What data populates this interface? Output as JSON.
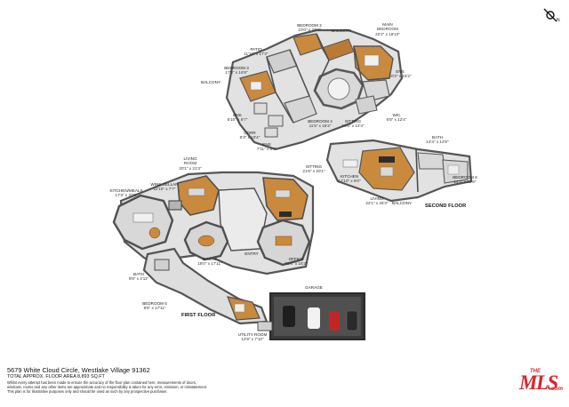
{
  "rooms": {
    "second_floor": [
      {
        "id": "bedroom2",
        "name": "BEDROOM 2",
        "dim": "10'0\" x 22'4\""
      },
      {
        "id": "balcony_top",
        "name": "BALCONY",
        "dim": ""
      },
      {
        "id": "main_bedroom",
        "name": "MAIN\nBEDROOM",
        "dim": "22'2\" x 19'10\""
      },
      {
        "id": "patio",
        "name": "PATIO",
        "dim": "11'10\" x 17'2\""
      },
      {
        "id": "bedroom3",
        "name": "BEDROOM 3",
        "dim": "17'3\" x 16'8\""
      },
      {
        "id": "balcony_left",
        "name": "BALCONY",
        "dim": ""
      },
      {
        "id": "ens_right",
        "name": "ENS",
        "dim": "10'2\" x 15'2\""
      },
      {
        "id": "bedroom4",
        "name": "BEDROOM 4",
        "dim": "11'5\" x 15'2\""
      },
      {
        "id": "sitting_upper",
        "name": "SITTING",
        "dim": "13'8\" x 14'4\""
      },
      {
        "id": "wic",
        "name": "WIC",
        "dim": "6'5\" x 12'4\""
      },
      {
        "id": "ens_left",
        "name": "ENS",
        "dim": "6'10\" x 6'7\""
      },
      {
        "id": "corr",
        "name": "CORR",
        "dim": "8'3\" x 10'4\""
      },
      {
        "id": "ens_lower",
        "name": "ENS",
        "dim": "7'11\" x 6'7\""
      },
      {
        "id": "bath_upper",
        "name": "BATH",
        "dim": "14'3\" x 12'8\""
      },
      {
        "id": "kitchen_upper",
        "name": "KITCHEN",
        "dim": "12'10\" x 8'0\""
      },
      {
        "id": "bedroom6",
        "name": "BEDROOM 6",
        "dim": "14'3\" x 12'6\""
      },
      {
        "id": "living_upper",
        "name": "LIVING",
        "dim": "22'1\" x 25'3\""
      },
      {
        "id": "balcony_lower",
        "name": "BALCONY",
        "dim": ""
      }
    ],
    "first_floor": [
      {
        "id": "living_room",
        "name": "LIVING\nROOM",
        "dim": "20'1\" x 21'3\""
      },
      {
        "id": "sitting_lower",
        "name": "SITTING",
        "dim": "21'6\" x 20'1\""
      },
      {
        "id": "wine_cellar",
        "name": "WINE CELLAR",
        "dim": "11'10\" x 7'7\""
      },
      {
        "id": "kitchen_meals",
        "name": "KITCHEN/MEALS",
        "dim": "17'3\" x 32'2\""
      },
      {
        "id": "entry",
        "name": "ENTRY",
        "dim": ""
      },
      {
        "id": "dining",
        "name": "DINING",
        "dim": "18'0\" x 17'11\""
      },
      {
        "id": "office",
        "name": "OFFICE",
        "dim": "22'6\" x 15'2\""
      },
      {
        "id": "bath_lower",
        "name": "BATH",
        "dim": "9'8\" x 4'11\""
      },
      {
        "id": "garage",
        "name": "GARAGE",
        "dim": ""
      },
      {
        "id": "bedroom5",
        "name": "BEDROOM 5",
        "dim": "9'5\" x 17'11\""
      },
      {
        "id": "utility",
        "name": "UTILITY ROOM",
        "dim": "12'8\" x 7'10\""
      }
    ]
  },
  "floor_titles": {
    "second": "SECOND FLOOR",
    "first": "FIRST FLOOR"
  },
  "footer": {
    "address": "5679 White Cloud Circle, Westlake Village 91362",
    "area": "TOTAL APPROX. FLOOR AREA 8,893 SQ.FT",
    "disclaimer_1": "Whilst every attempt has been made to ensure the accuracy of the floor plan contained here, measurements of doors,",
    "disclaimer_2": "windows, rooms and any other items are approximate and no responsibility is taken for any error, omission, or misstatement.",
    "disclaimer_3": "This plan is for illustrative purposes only and should be used as such by any prospective purchaser."
  },
  "logo": {
    "the": "THE",
    "mls": "MLS",
    "com": ".com"
  },
  "compass": {
    "label": "N"
  },
  "colors": {
    "wall": "#5a5a5a",
    "wall_top": "#8a8a8a",
    "floor": "#e4e4e4",
    "wood": "#c98a3e",
    "dark": "#2d2d2d",
    "logo": "#d7262b"
  }
}
